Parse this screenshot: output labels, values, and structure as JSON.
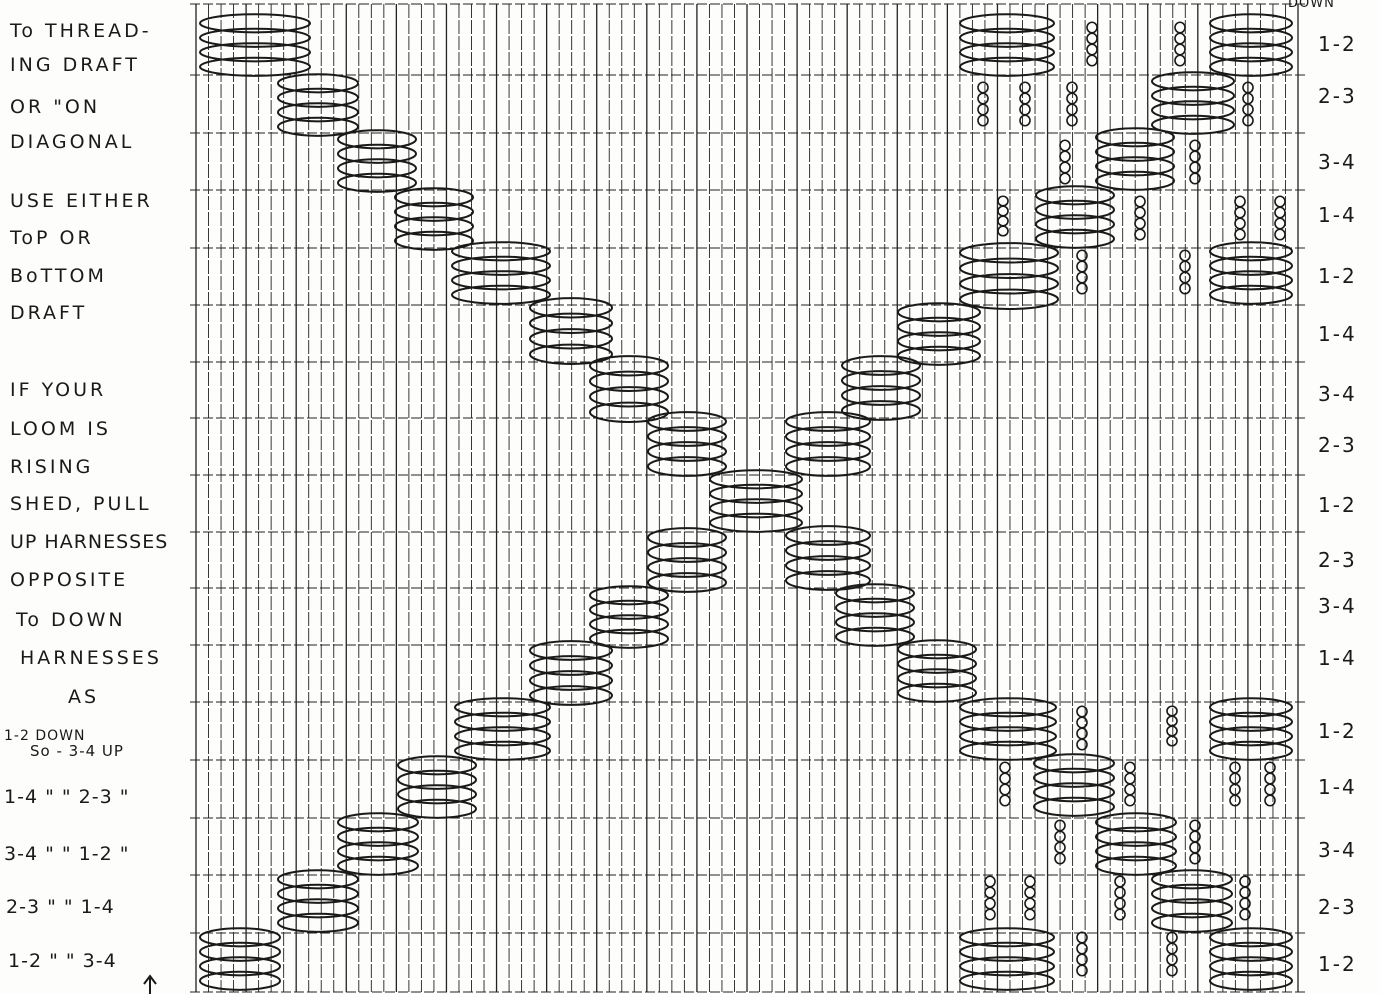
{
  "corner_label": "DOWN",
  "notes": [
    "To THREAD-",
    "ING DRAFT",
    "OR \"ON",
    "DIAGONAL",
    "USE EITHER",
    "ToP OR",
    "BoTTOM",
    "DRAFT",
    "IF YOUR",
    "LOOM IS",
    "RISING",
    "SHED, PULL",
    "UP HARNESSES",
    "OPPOSITE",
    "To DOWN",
    "HARNESSES",
    "AS",
    "1-2 DOWN",
    "So - 3-4 UP",
    "1-4 \" \"   2-3 \"",
    "3-4 \" \"   1-2 \"",
    "2-3 \" \"   1-4",
    "1-2 \" \"   3-4"
  ],
  "right_labels": [
    "1-2",
    "2-3",
    "3-4",
    "1-4",
    "1-2",
    "1-4",
    "3-4",
    "2-3",
    "1-2",
    "2-3",
    "3-4",
    "1-4",
    "1-2",
    "1-4",
    "3-4",
    "2-3",
    "1-2"
  ],
  "colors": {
    "ink": "#1a1a1a",
    "grid": "#222222",
    "paper": "#fdfdfb"
  }
}
